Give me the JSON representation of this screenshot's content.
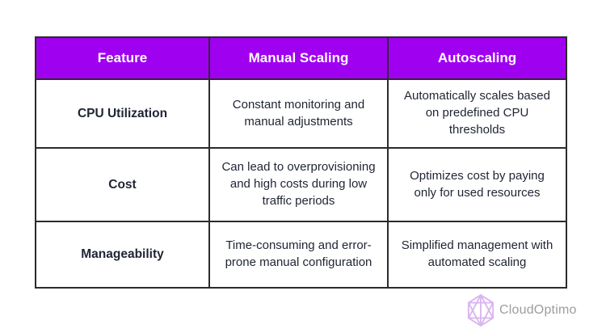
{
  "table": {
    "columns": {
      "feature": "Feature",
      "manual": "Manual Scaling",
      "autoscaling": "Autoscaling"
    },
    "rows": [
      {
        "feature": "CPU Utilization",
        "manual": "Constant monitoring and manual adjustments",
        "autoscaling": "Automatically scales based on predefined CPU thresholds"
      },
      {
        "feature": "Cost",
        "manual": "Can lead to overprovisioning and high costs during low traffic periods",
        "autoscaling": "Optimizes cost by paying only for used resources"
      },
      {
        "feature": "Manageability",
        "manual": "Time-consuming and error-prone manual configuration",
        "autoscaling": "Simplified management with automated scaling"
      }
    ]
  },
  "branding": {
    "logo_text": "CloudOptimo",
    "logo_icon": "polyhedron-wireframe-icon"
  },
  "colors": {
    "header_bg": "#a000f0",
    "header_text": "#ffffff",
    "body_text": "#1f2433",
    "border": "#2b2b2b",
    "logo_text": "#9d9d9d",
    "logo_icon": "#d9b6f0"
  }
}
